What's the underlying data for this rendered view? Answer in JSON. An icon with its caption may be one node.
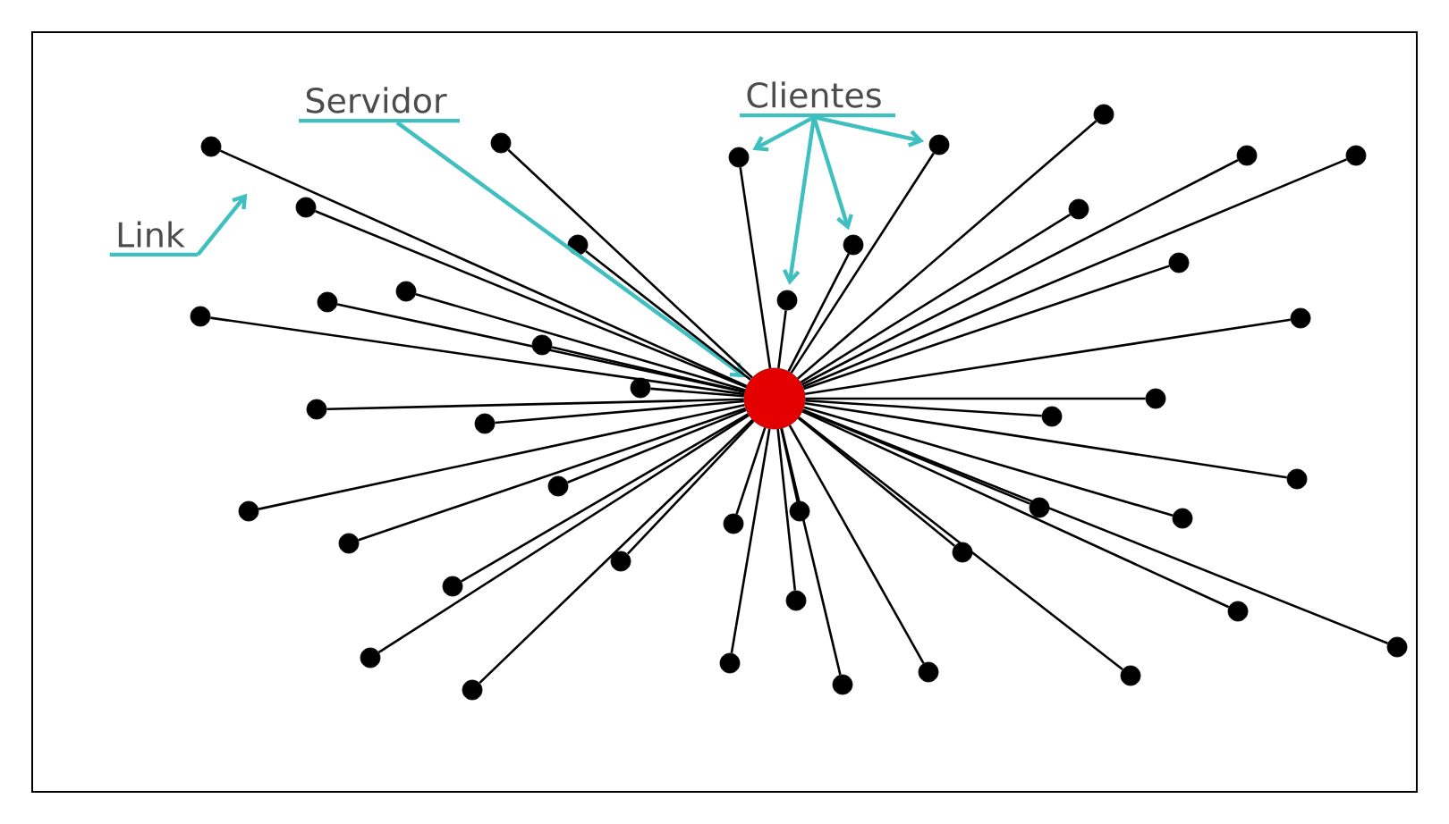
{
  "diagram": {
    "nodes": [
      {
        "text": [
          "Servidor"
        ]
      },
      {
        "text": [
          "Clientes"
        ]
      },
      {
        "text": [
          "Link"
        ]
      },
      {
        "text": [],
        "shape": "circle"
      },
      {
        "text": [],
        "shape": "circle"
      },
      {
        "text": [],
        "shape": "circle"
      },
      {
        "text": [],
        "shape": "circle"
      },
      {
        "text": [],
        "shape": "circle"
      },
      {
        "text": [],
        "shape": "circle"
      },
      {
        "text": [],
        "shape": "circle"
      },
      {
        "text": [],
        "shape": "circle"
      },
      {
        "text": [],
        "shape": "circle"
      },
      {
        "text": [],
        "shape": "circle"
      },
      {
        "text": [],
        "shape": "circle"
      },
      {
        "text": [],
        "shape": "circle"
      },
      {
        "text": [],
        "shape": "circle"
      },
      {
        "text": [],
        "shape": "circle"
      },
      {
        "text": [],
        "shape": "circle"
      },
      {
        "text": [],
        "shape": "circle"
      },
      {
        "text": [],
        "shape": "circle"
      },
      {
        "text": [],
        "shape": "circle"
      },
      {
        "text": [],
        "shape": "circle"
      },
      {
        "text": [],
        "shape": "circle"
      },
      {
        "text": [],
        "shape": "circle"
      },
      {
        "text": [],
        "shape": "circle"
      },
      {
        "text": [],
        "shape": "circle"
      },
      {
        "text": [],
        "shape": "circle"
      },
      {
        "text": [],
        "shape": "circle"
      },
      {
        "text": [],
        "shape": "circle"
      },
      {
        "text": [],
        "shape": "circle"
      },
      {
        "text": [],
        "shape": "circle"
      },
      {
        "text": [],
        "shape": "circle"
      },
      {
        "text": [],
        "shape": "circle"
      },
      {
        "text": [],
        "shape": "circle"
      },
      {
        "text": [],
        "shape": "circle"
      },
      {
        "text": [],
        "shape": "circle"
      },
      {
        "text": [],
        "shape": "circle"
      },
      {
        "text": [],
        "shape": "circle"
      },
      {
        "text": [],
        "shape": "circle"
      },
      {
        "text": [],
        "shape": "circle"
      },
      {
        "text": [],
        "shape": "circle"
      },
      {
        "text": [],
        "shape": "circle"
      },
      {
        "text": [],
        "shape": "circle"
      },
      {
        "text": [],
        "shape": "circle"
      },
      {
        "text": [],
        "shape": "circle"
      },
      {
        "text": [],
        "shape": "circle"
      },
      {
        "text": [],
        "shape": "circle"
      }
    ],
    "edges": [
      {
        "from": 0,
        "to": 3,
        "arrow": "to",
        "color": "#3fbfbf"
      },
      {
        "from": 1,
        "to": 24,
        "arrow": "to",
        "color": "#3fbfbf"
      },
      {
        "from": 1,
        "to": 25,
        "arrow": "to",
        "color": "#3fbfbf"
      },
      {
        "from": 1,
        "to": 29,
        "arrow": "to",
        "color": "#3fbfbf"
      },
      {
        "from": 1,
        "to": 31,
        "arrow": "to",
        "color": "#3fbfbf"
      },
      {
        "from": 2,
        "to": null,
        "arrow": "to",
        "color": "#3fbfbf"
      },
      {
        "from": 3,
        "to": 4,
        "arrow": "none"
      },
      {
        "from": 3,
        "to": 5,
        "arrow": "none"
      },
      {
        "from": 3,
        "to": 6,
        "arrow": "none"
      },
      {
        "from": 3,
        "to": 7,
        "arrow": "none"
      },
      {
        "from": 3,
        "to": 8,
        "arrow": "none"
      },
      {
        "from": 3,
        "to": 9,
        "arrow": "none"
      },
      {
        "from": 3,
        "to": 10,
        "arrow": "none"
      },
      {
        "from": 3,
        "to": 11,
        "arrow": "none"
      },
      {
        "from": 3,
        "to": 12,
        "arrow": "none"
      },
      {
        "from": 3,
        "to": 13,
        "arrow": "none"
      },
      {
        "from": 3,
        "to": 14,
        "arrow": "none"
      },
      {
        "from": 3,
        "to": 15,
        "arrow": "none"
      },
      {
        "from": 3,
        "to": 16,
        "arrow": "none"
      },
      {
        "from": 3,
        "to": 17,
        "arrow": "none"
      },
      {
        "from": 3,
        "to": 18,
        "arrow": "none"
      },
      {
        "from": 3,
        "to": 19,
        "arrow": "none"
      },
      {
        "from": 3,
        "to": 20,
        "arrow": "none"
      },
      {
        "from": 3,
        "to": 21,
        "arrow": "none"
      },
      {
        "from": 3,
        "to": 22,
        "arrow": "none"
      },
      {
        "from": 3,
        "to": 23,
        "arrow": "none"
      },
      {
        "from": 3,
        "to": 24,
        "arrow": "none"
      },
      {
        "from": 3,
        "to": 25,
        "arrow": "none"
      },
      {
        "from": 3,
        "to": 26,
        "arrow": "none"
      },
      {
        "from": 3,
        "to": 27,
        "arrow": "none"
      },
      {
        "from": 3,
        "to": 28,
        "arrow": "none"
      },
      {
        "from": 3,
        "to": 29,
        "arrow": "none"
      },
      {
        "from": 3,
        "to": 30,
        "arrow": "none"
      },
      {
        "from": 3,
        "to": 31,
        "arrow": "none"
      },
      {
        "from": 3,
        "to": 32,
        "arrow": "none"
      },
      {
        "from": 3,
        "to": 33,
        "arrow": "none"
      },
      {
        "from": 3,
        "to": 34,
        "arrow": "none"
      },
      {
        "from": 3,
        "to": 35,
        "arrow": "none"
      },
      {
        "from": 3,
        "to": 36,
        "arrow": "none"
      },
      {
        "from": 3,
        "to": 37,
        "arrow": "none"
      },
      {
        "from": 3,
        "to": 38,
        "arrow": "none"
      },
      {
        "from": 3,
        "to": 39,
        "arrow": "none"
      },
      {
        "from": 3,
        "to": 40,
        "arrow": "none"
      },
      {
        "from": 3,
        "to": 41,
        "arrow": "none"
      },
      {
        "from": 3,
        "to": 42,
        "arrow": "none"
      },
      {
        "from": 3,
        "to": 43,
        "arrow": "none"
      },
      {
        "from": 3,
        "to": 44,
        "arrow": "none"
      },
      {
        "from": 3,
        "to": 45,
        "arrow": "none"
      },
      {
        "from": 3,
        "to": 46,
        "arrow": "none"
      }
    ]
  }
}
